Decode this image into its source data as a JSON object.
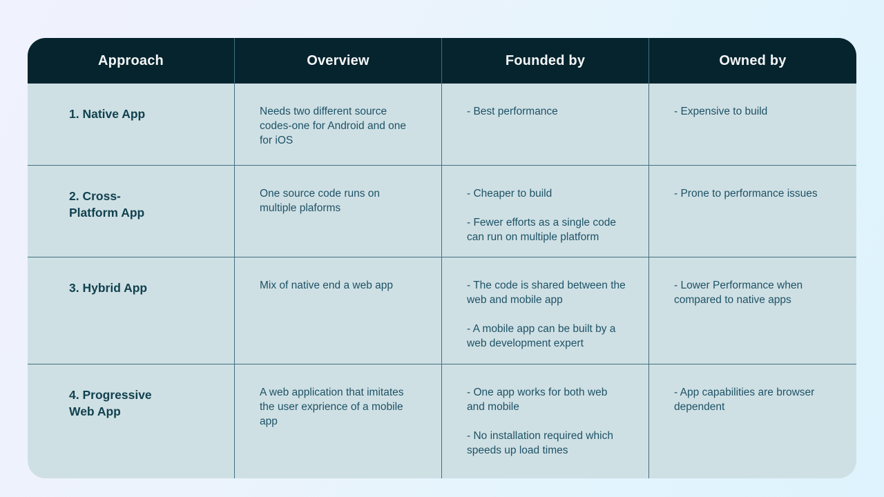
{
  "colors": {
    "header_bg": "#06242e",
    "header_text": "#f3f6f7",
    "cell_bg": "#cfe0e4",
    "divider": "#41707f",
    "approach_text": "#11414f",
    "body_text": "#1d5266",
    "page_bg_left": "#f0f2fd",
    "page_bg_right": "#def3fd"
  },
  "table": {
    "headers": [
      {
        "label": "Approach"
      },
      {
        "label": "Overview"
      },
      {
        "label": "Founded by"
      },
      {
        "label": "Owned by"
      }
    ],
    "rows": [
      {
        "approach": "1. Native App",
        "overview": [
          "Needs two different source codes-one for Android and one for iOS"
        ],
        "founded_by": [
          "- Best performance"
        ],
        "owned_by": [
          "- Expensive to build"
        ]
      },
      {
        "approach": "2. Cross-\nPlatform App",
        "overview": [
          "One source code runs on multiple plaforms"
        ],
        "founded_by": [
          "- Cheaper to build",
          "- Fewer efforts as a single code can run on multiple platform"
        ],
        "owned_by": [
          "- Prone to performance issues"
        ]
      },
      {
        "approach": "3. Hybrid App",
        "overview": [
          "Mix of native end a web app"
        ],
        "founded_by": [
          "- The code is shared between the web and mobile app",
          "- A mobile app can be built by a web development expert"
        ],
        "owned_by": [
          "- Lower Performance when compared to native apps"
        ]
      },
      {
        "approach": "4. Progressive\nWeb App",
        "overview": [
          "A web application that imitates the user exprience of a mobile app"
        ],
        "founded_by": [
          "- One app works for both web and mobile",
          "- No installation required which speeds up load times"
        ],
        "owned_by": [
          "- App capabilities are browser dependent"
        ]
      }
    ]
  }
}
